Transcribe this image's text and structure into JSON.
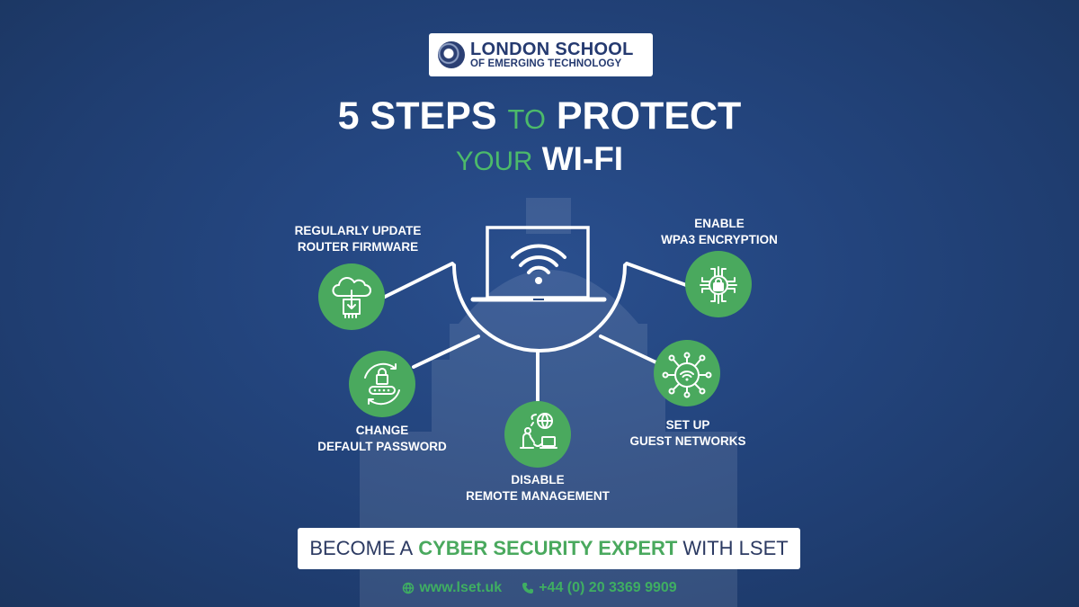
{
  "logo": {
    "line1": "LONDON SCHOOL",
    "line2": "OF EMERGING TECHNOLOGY",
    "icon": "lset-head-logo-icon"
  },
  "title": {
    "line1_bold_a": "5 STEPS",
    "line1_thin": "TO",
    "line1_bold_b": "PROTECT",
    "line2_thin": "YOUR",
    "line2_bold": "WI-FI"
  },
  "center_icon": "laptop-wifi-icon",
  "steps": [
    {
      "line1": "REGULARLY UPDATE",
      "line2": "ROUTER FIRMWARE",
      "icon": "cloud-download-chip-icon"
    },
    {
      "line1": "CHANGE",
      "line2": "DEFAULT PASSWORD",
      "icon": "lock-password-refresh-icon"
    },
    {
      "line1": "DISABLE",
      "line2": "REMOTE MANAGEMENT",
      "icon": "person-remote-globe-icon"
    },
    {
      "line1": "SET UP",
      "line2": "GUEST NETWORKS",
      "icon": "wifi-network-nodes-icon"
    },
    {
      "line1": "ENABLE",
      "line2": "WPA3 ENCRYPTION",
      "icon": "circuit-lock-icon"
    }
  ],
  "cta": {
    "prefix": "BECOME A",
    "highlight": "CYBER SECURITY EXPERT",
    "suffix": "WITH LSET"
  },
  "contact": {
    "website": "www.lset.uk",
    "phone": "+44 (0) 20 3369 9909"
  },
  "colors": {
    "background": "#244680",
    "accent_green": "#4aa95e",
    "text_white": "#ffffff",
    "logo_navy": "#253a70"
  }
}
